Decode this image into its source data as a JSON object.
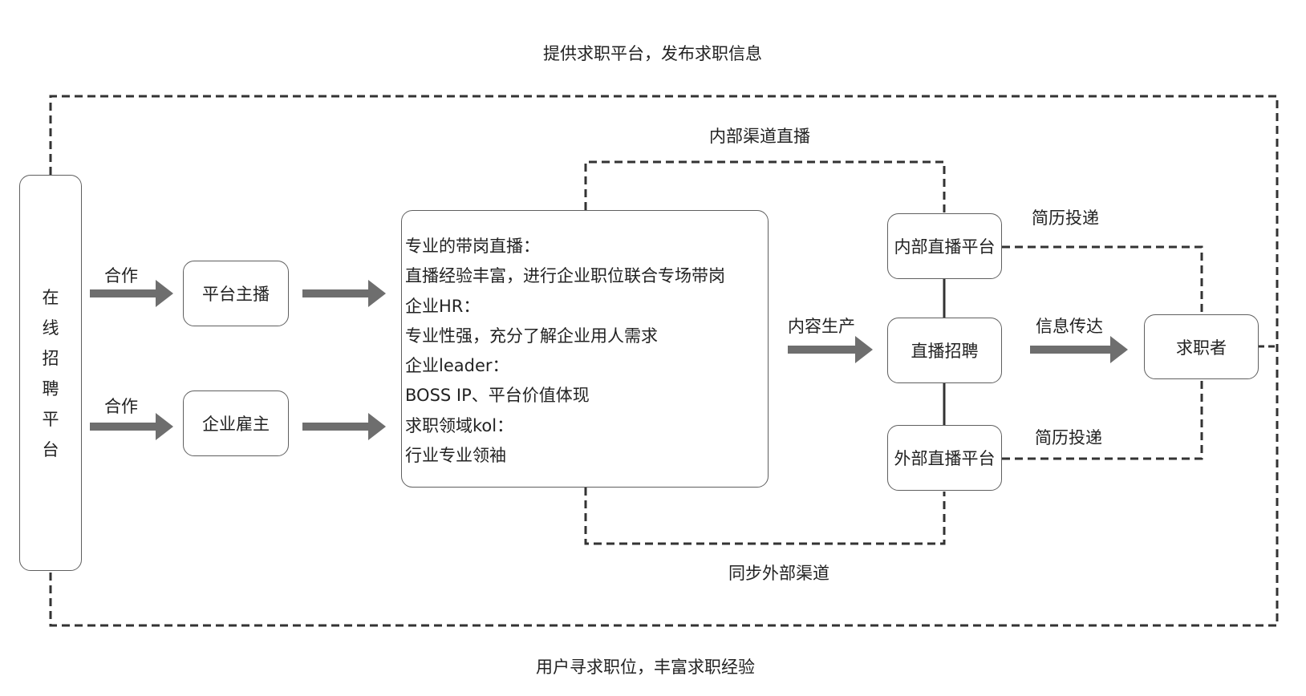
{
  "nodes": {
    "online_platform": {
      "chars": [
        "在",
        "线",
        "招",
        "聘",
        "平",
        "台"
      ]
    },
    "platform_host": "平台主播",
    "enterprise_employer": "企业雇主",
    "content_lines": [
      "专业的带岗直播：",
      "直播经验丰富，进行企业职位联合专场带岗",
      "企业HR：",
      "专业性强，充分了解企业用人需求",
      "企业leader：",
      "BOSS IP、平台价值体现",
      "求职领域kol：",
      "行业专业领袖"
    ],
    "internal_platform": "内部直播平台",
    "live_recruit": "直播招聘",
    "external_platform": "外部直播平台",
    "job_seeker": "求职者"
  },
  "labels": {
    "top": "提供求职平台，发布求职信息",
    "bottom": "用户寻求职位，丰富求职经验",
    "coop_top": "合作",
    "coop_bottom": "合作",
    "internal_channel": "内部渠道直播",
    "sync_external": "同步外部渠道",
    "content_production": "内容生产",
    "info_delivery": "信息传达",
    "resume_top": "简历投递",
    "resume_bottom": "简历投递"
  }
}
